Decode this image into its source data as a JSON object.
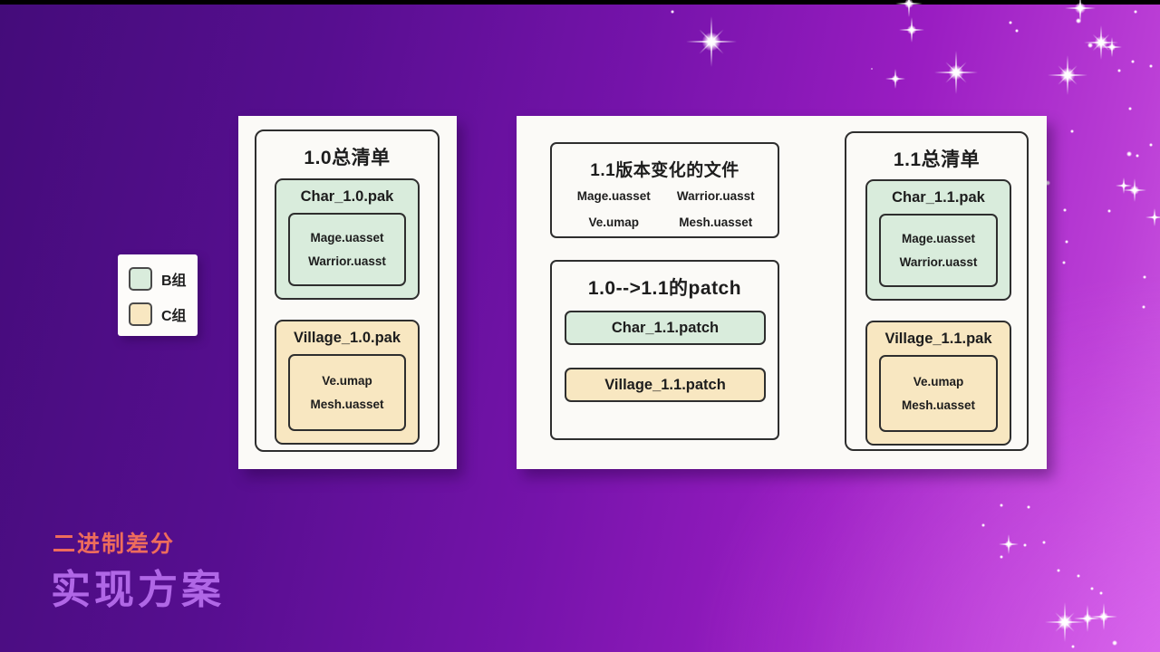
{
  "legend": {
    "b_label": "B组",
    "c_label": "C组"
  },
  "panel_v10": {
    "title": "1.0总清单",
    "char_pak": {
      "title": "Char_1.0.pak",
      "files": [
        "Mage.uasset",
        "Warrior.uasst"
      ]
    },
    "village_pak": {
      "title": "Village_1.0.pak",
      "files": [
        "Ve.umap",
        "Mesh.uasset"
      ]
    }
  },
  "panel_v11": {
    "changed": {
      "title": "1.1版本变化的文件",
      "files": [
        "Mage.uasset",
        "Warrior.uasst",
        "Ve.umap",
        "Mesh.uasset"
      ]
    },
    "patch": {
      "title": "1.0-->1.1的patch",
      "items": [
        "Char_1.1.patch",
        "Village_1.1.patch"
      ]
    },
    "manifest": {
      "title": "1.1总清单",
      "char_pak": {
        "title": "Char_1.1.pak",
        "files": [
          "Mage.uasset",
          "Warrior.uasst"
        ]
      },
      "village_pak": {
        "title": "Village_1.1.pak",
        "files": [
          "Ve.umap",
          "Mesh.uasset"
        ]
      }
    }
  },
  "footer": {
    "tag": "二进制差分",
    "title": "实现方案"
  },
  "colors": {
    "group_b_fill": "#d9ecdc",
    "group_c_fill": "#f8e7c1",
    "outline": "#2e2e2e",
    "panel_bg": "#fbfaf7",
    "tag_color": "#ee6c5c",
    "footer_title_color": "#b067e6"
  }
}
